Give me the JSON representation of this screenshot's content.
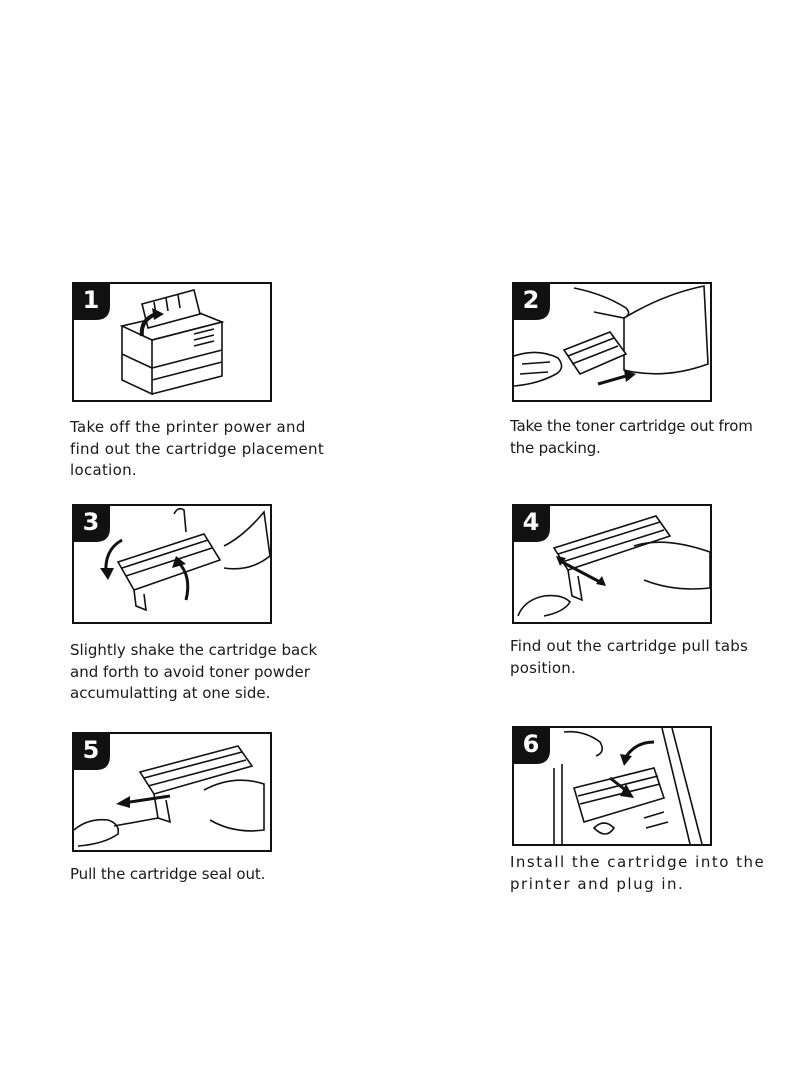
{
  "steps": [
    {
      "number": "1",
      "caption": "Take off the printer power and\nfind out the cartridge placement\nlocation."
    },
    {
      "number": "2",
      "caption": "Take the toner cartridge out from\nthe packing."
    },
    {
      "number": "3",
      "caption": "Slightly shake the cartridge back\nand forth to avoid toner powder\naccumulatting at one side."
    },
    {
      "number": "4",
      "caption": "Find out the cartridge pull tabs\nposition."
    },
    {
      "number": "5",
      "caption": "Pull the cartridge seal out."
    },
    {
      "number": "6",
      "caption": "Install the cartridge into the\nprinter and plug in."
    }
  ],
  "colors": {
    "ink": "#111111",
    "paper": "#ffffff"
  }
}
